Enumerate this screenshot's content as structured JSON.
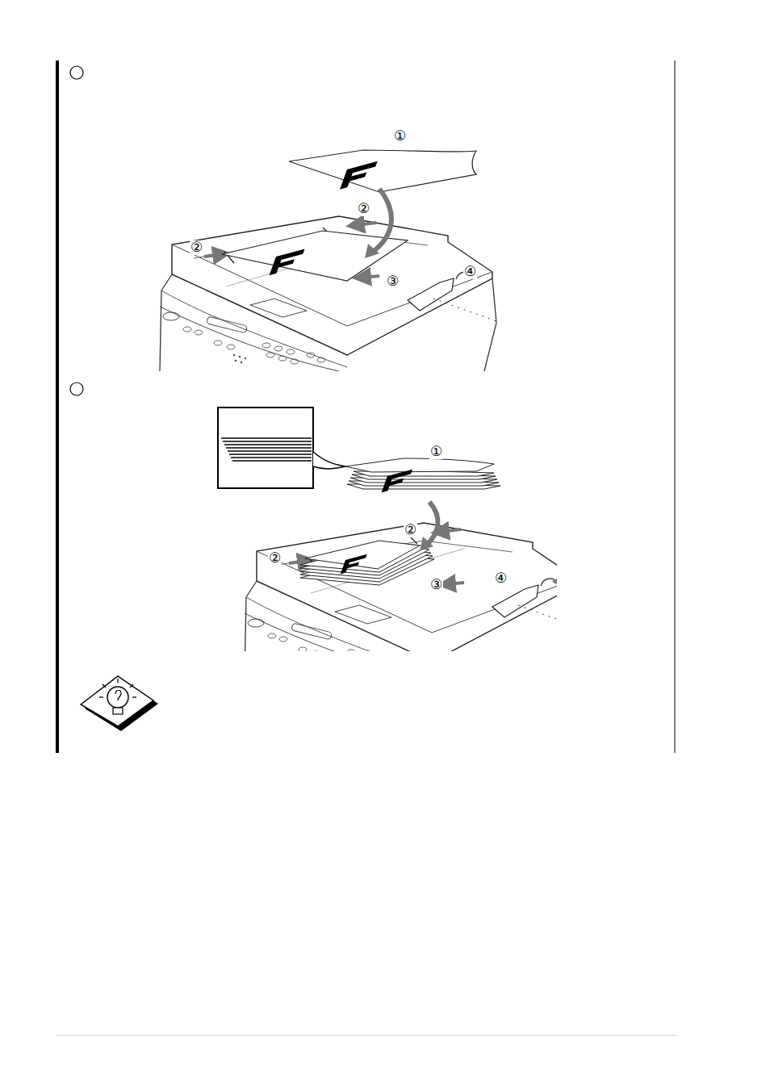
{
  "diagram": {
    "labels": [
      "①",
      "②",
      "②",
      "③",
      "④",
      "①",
      "②",
      "②",
      "③",
      "④"
    ]
  }
}
